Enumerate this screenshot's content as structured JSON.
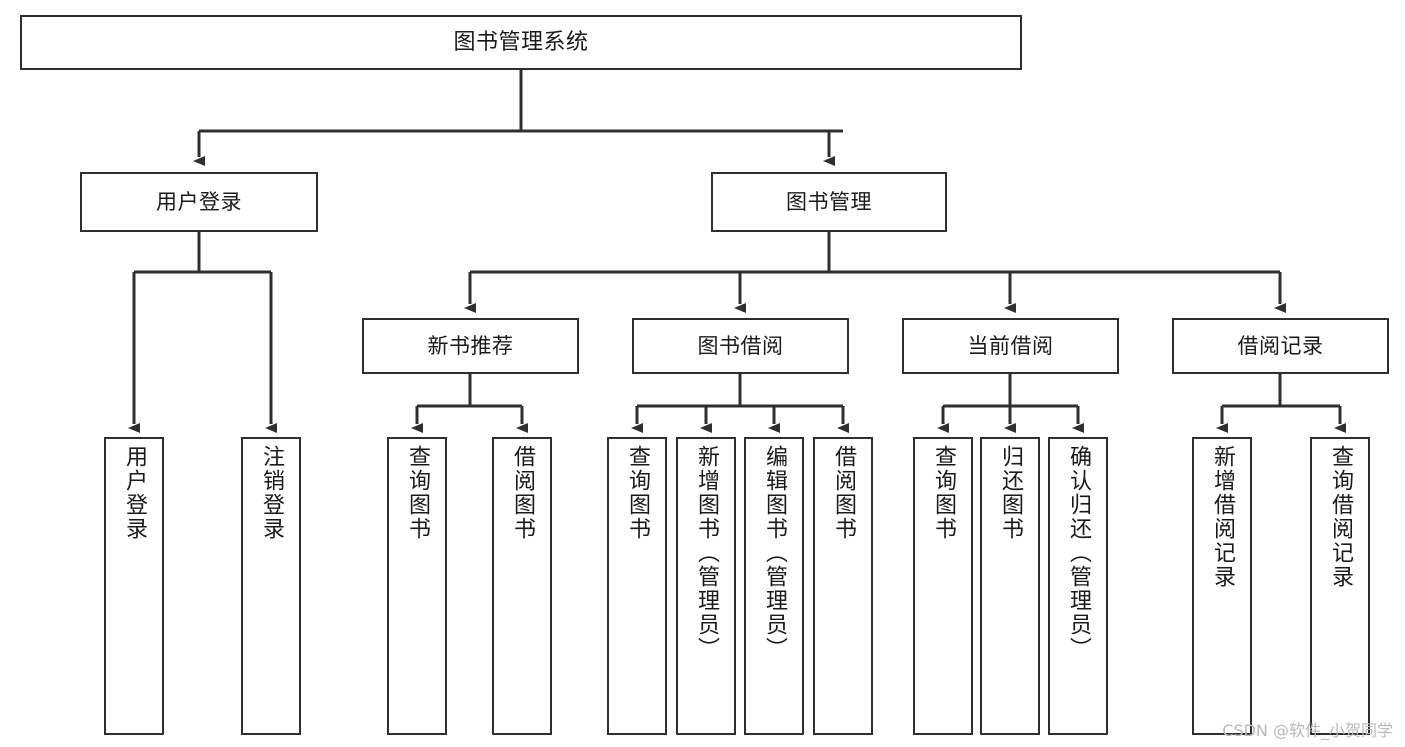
{
  "diagram": {
    "title": "图书管理系统",
    "type": "hierarchy-tree",
    "watermark": "CSDN @软件_小贺同学",
    "colors": {
      "box_border": "#2f2f2f",
      "box_fill": "#ffffff",
      "connector": "#2f2f2f",
      "text": "#1a1a1a",
      "watermark": "#b9b9b9",
      "background": "#ffffff"
    },
    "nodes": {
      "root": {
        "label": "图书管理系统"
      },
      "level2": [
        {
          "id": "user-login",
          "label": "用户登录"
        },
        {
          "id": "book-manage",
          "label": "图书管理"
        }
      ],
      "level3": [
        {
          "id": "new-book-recommend",
          "label": "新书推荐"
        },
        {
          "id": "book-borrow",
          "label": "图书借阅"
        },
        {
          "id": "current-borrow",
          "label": "当前借阅"
        },
        {
          "id": "borrow-record",
          "label": "借阅记录"
        }
      ],
      "leaves": [
        {
          "id": "leaf-user-login",
          "label": "用户登录"
        },
        {
          "id": "leaf-logout-login",
          "label": "注销登录"
        },
        {
          "id": "leaf-query-book-1",
          "label": "查询图书"
        },
        {
          "id": "leaf-borrow-book-1",
          "label": "借阅图书"
        },
        {
          "id": "leaf-query-book-2",
          "label": "查询图书"
        },
        {
          "id": "leaf-add-book",
          "label": "新增图书（管理员）"
        },
        {
          "id": "leaf-edit-book",
          "label": "编辑图书（管理员）"
        },
        {
          "id": "leaf-borrow-book-2",
          "label": "借阅图书"
        },
        {
          "id": "leaf-query-book-3",
          "label": "查询图书"
        },
        {
          "id": "leaf-return-book",
          "label": "归还图书"
        },
        {
          "id": "leaf-confirm-return",
          "label": "确认归还（管理员）"
        },
        {
          "id": "leaf-add-record",
          "label": "新增借阅记录"
        },
        {
          "id": "leaf-query-record",
          "label": "查询借阅记录"
        }
      ]
    }
  }
}
